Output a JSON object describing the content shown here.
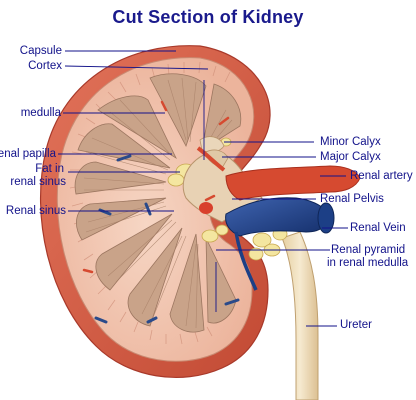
{
  "title": "Cut Section of  Kidney",
  "labels": {
    "capsule": "Capsule",
    "cortex": "Cortex",
    "medulla": "medulla",
    "renal_papilla": "Renal papilla",
    "fat_line1": "Fat in",
    "fat_line2": "renal sinus",
    "renal_sinus": "Renal sinus",
    "minor_calyx": "Minor Calyx",
    "major_calyx": "Major Calyx",
    "renal_artery": "Renal artery",
    "renal_pelvis": "Renal Pelvis",
    "renal_vein": "Renal Vein",
    "pyramid_line1": "Renal pyramid",
    "pyramid_line2": "in renal medulla",
    "ureter": "Ureter"
  },
  "colors": {
    "title": "#1a1a8c",
    "label_text": "#12128a",
    "capsule": "#d65b43",
    "cortex": "#f3c7b2",
    "pyramid": "#c8a48a",
    "fat": "#f4e6a0",
    "artery": "#d64a30",
    "vein": "#1c3f86",
    "ureter": "#eedcb0"
  }
}
